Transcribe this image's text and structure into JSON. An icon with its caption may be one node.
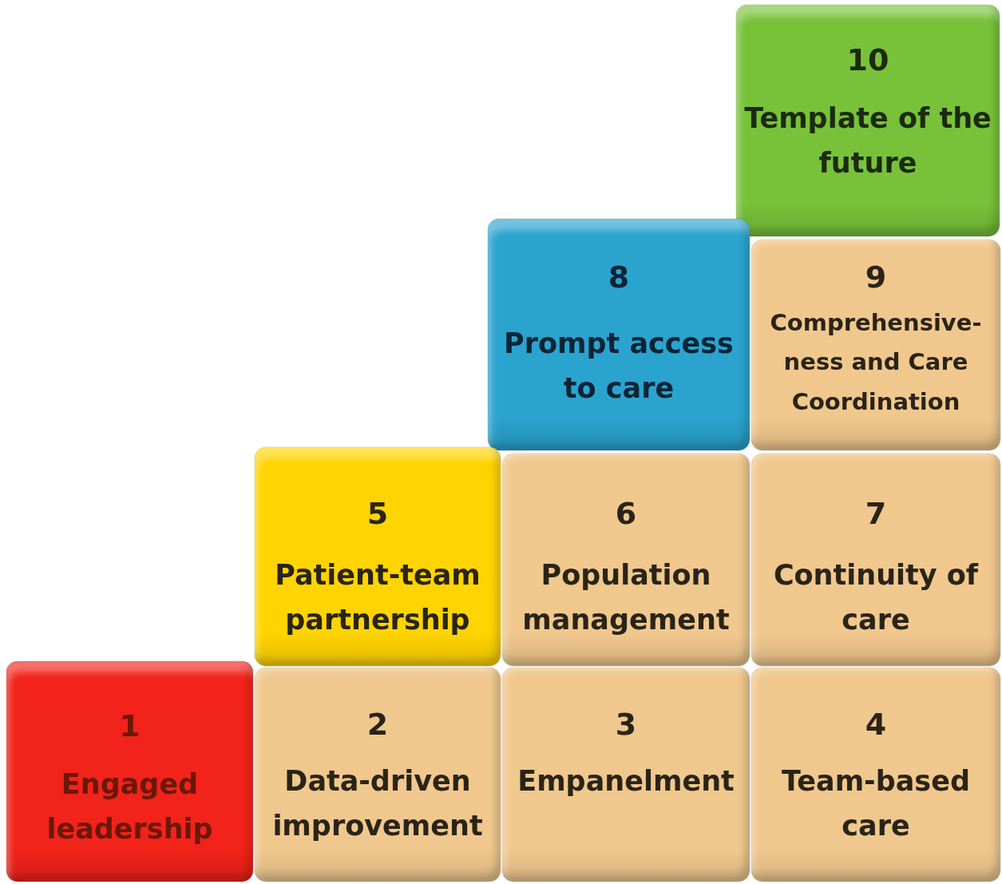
{
  "diagram": {
    "nodes": [
      {
        "text": [
          "10",
          "Template of the future"
        ]
      },
      {
        "text": [
          "8",
          "Prompt access to care"
        ]
      },
      {
        "text": [
          "9",
          "Comprehensive-ness and Care Coordination"
        ]
      },
      {
        "text": [
          "5",
          "Patient-team partnership"
        ]
      },
      {
        "text": [
          "6",
          "Population management"
        ]
      },
      {
        "text": [
          "7",
          "Continuity of care"
        ]
      },
      {
        "text": [
          "1",
          "Engaged leadership"
        ]
      },
      {
        "text": [
          "2",
          "Data-driven improvement"
        ]
      },
      {
        "text": [
          "3",
          "Empanelment"
        ]
      },
      {
        "text": [
          "4",
          "Team-based care"
        ]
      }
    ]
  }
}
